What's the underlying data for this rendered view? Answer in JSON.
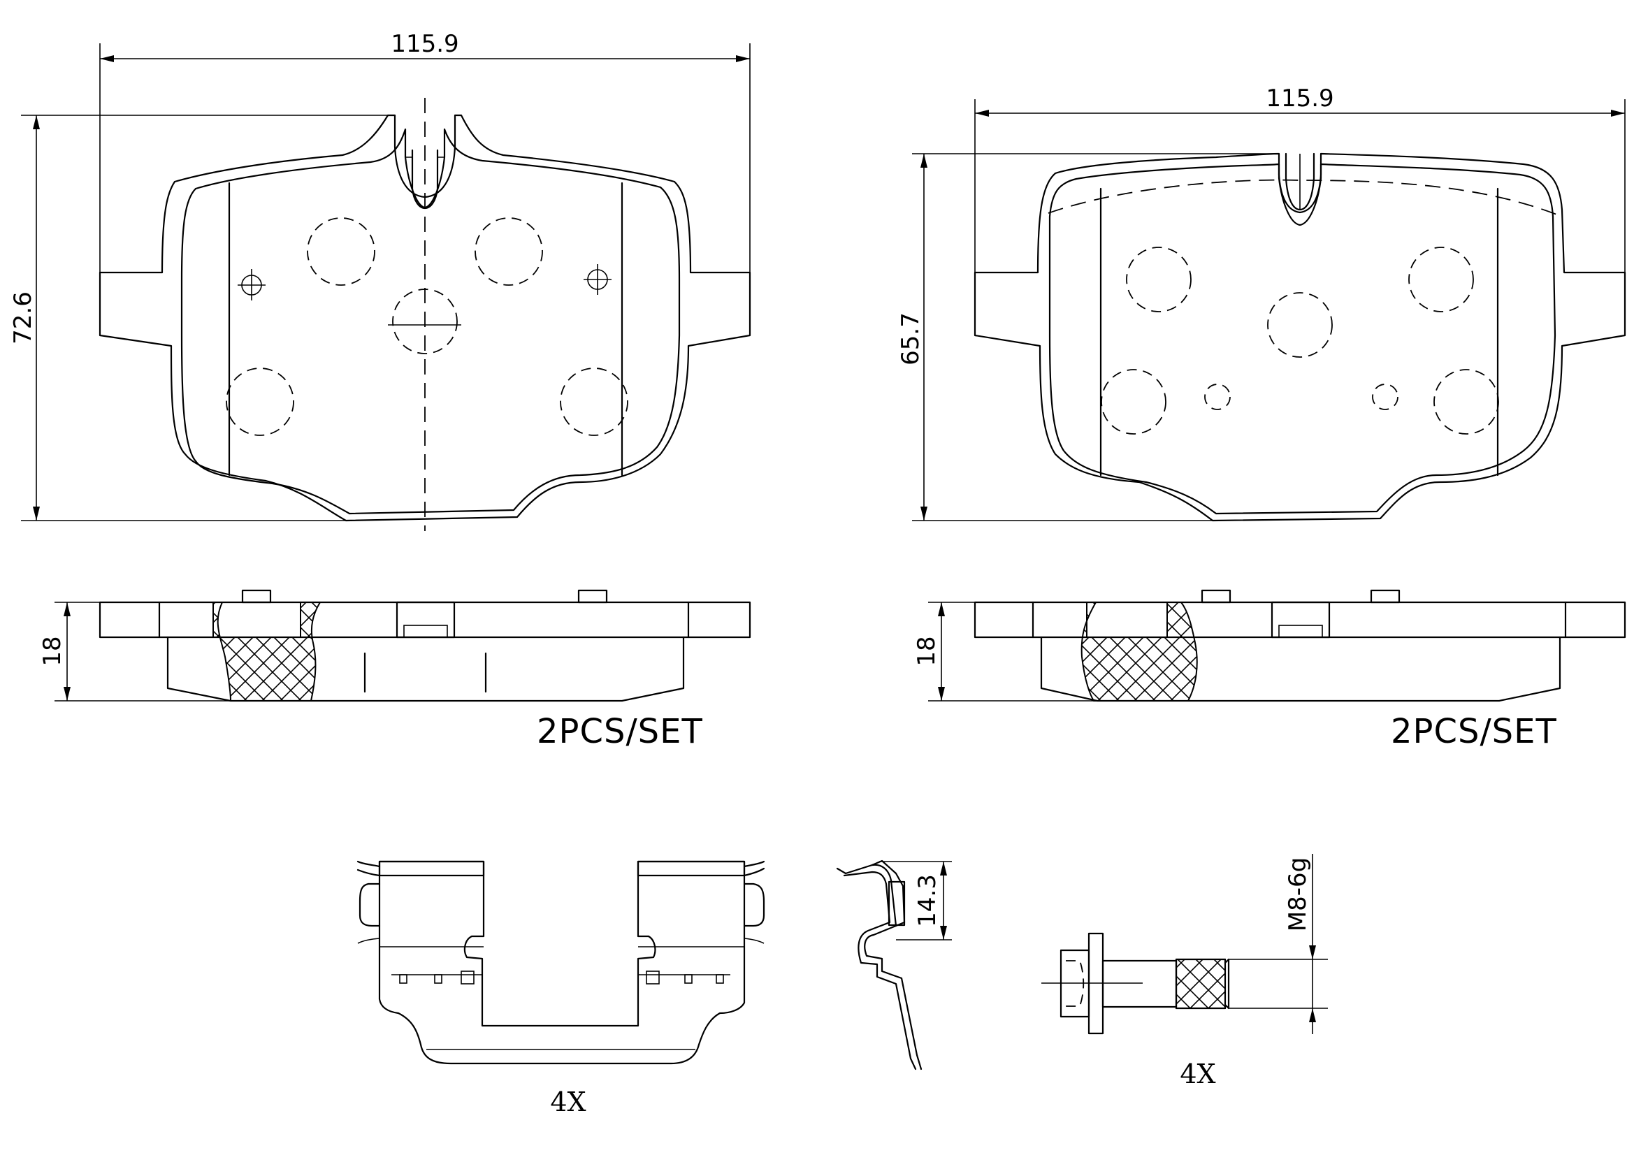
{
  "left_view": {
    "width_dim": "115.9",
    "height_dim": "72.6",
    "thickness_dim": "18",
    "set_note": "2PCS/SET"
  },
  "right_view": {
    "width_dim": "115.9",
    "height_dim": "65.7",
    "thickness_dim": "18",
    "set_note": "2PCS/SET"
  },
  "accessories": {
    "clip_qty": "4X",
    "spring_height_dim": "14.3",
    "bolt_thread": "M8-6g",
    "bolt_qty": "4X"
  }
}
